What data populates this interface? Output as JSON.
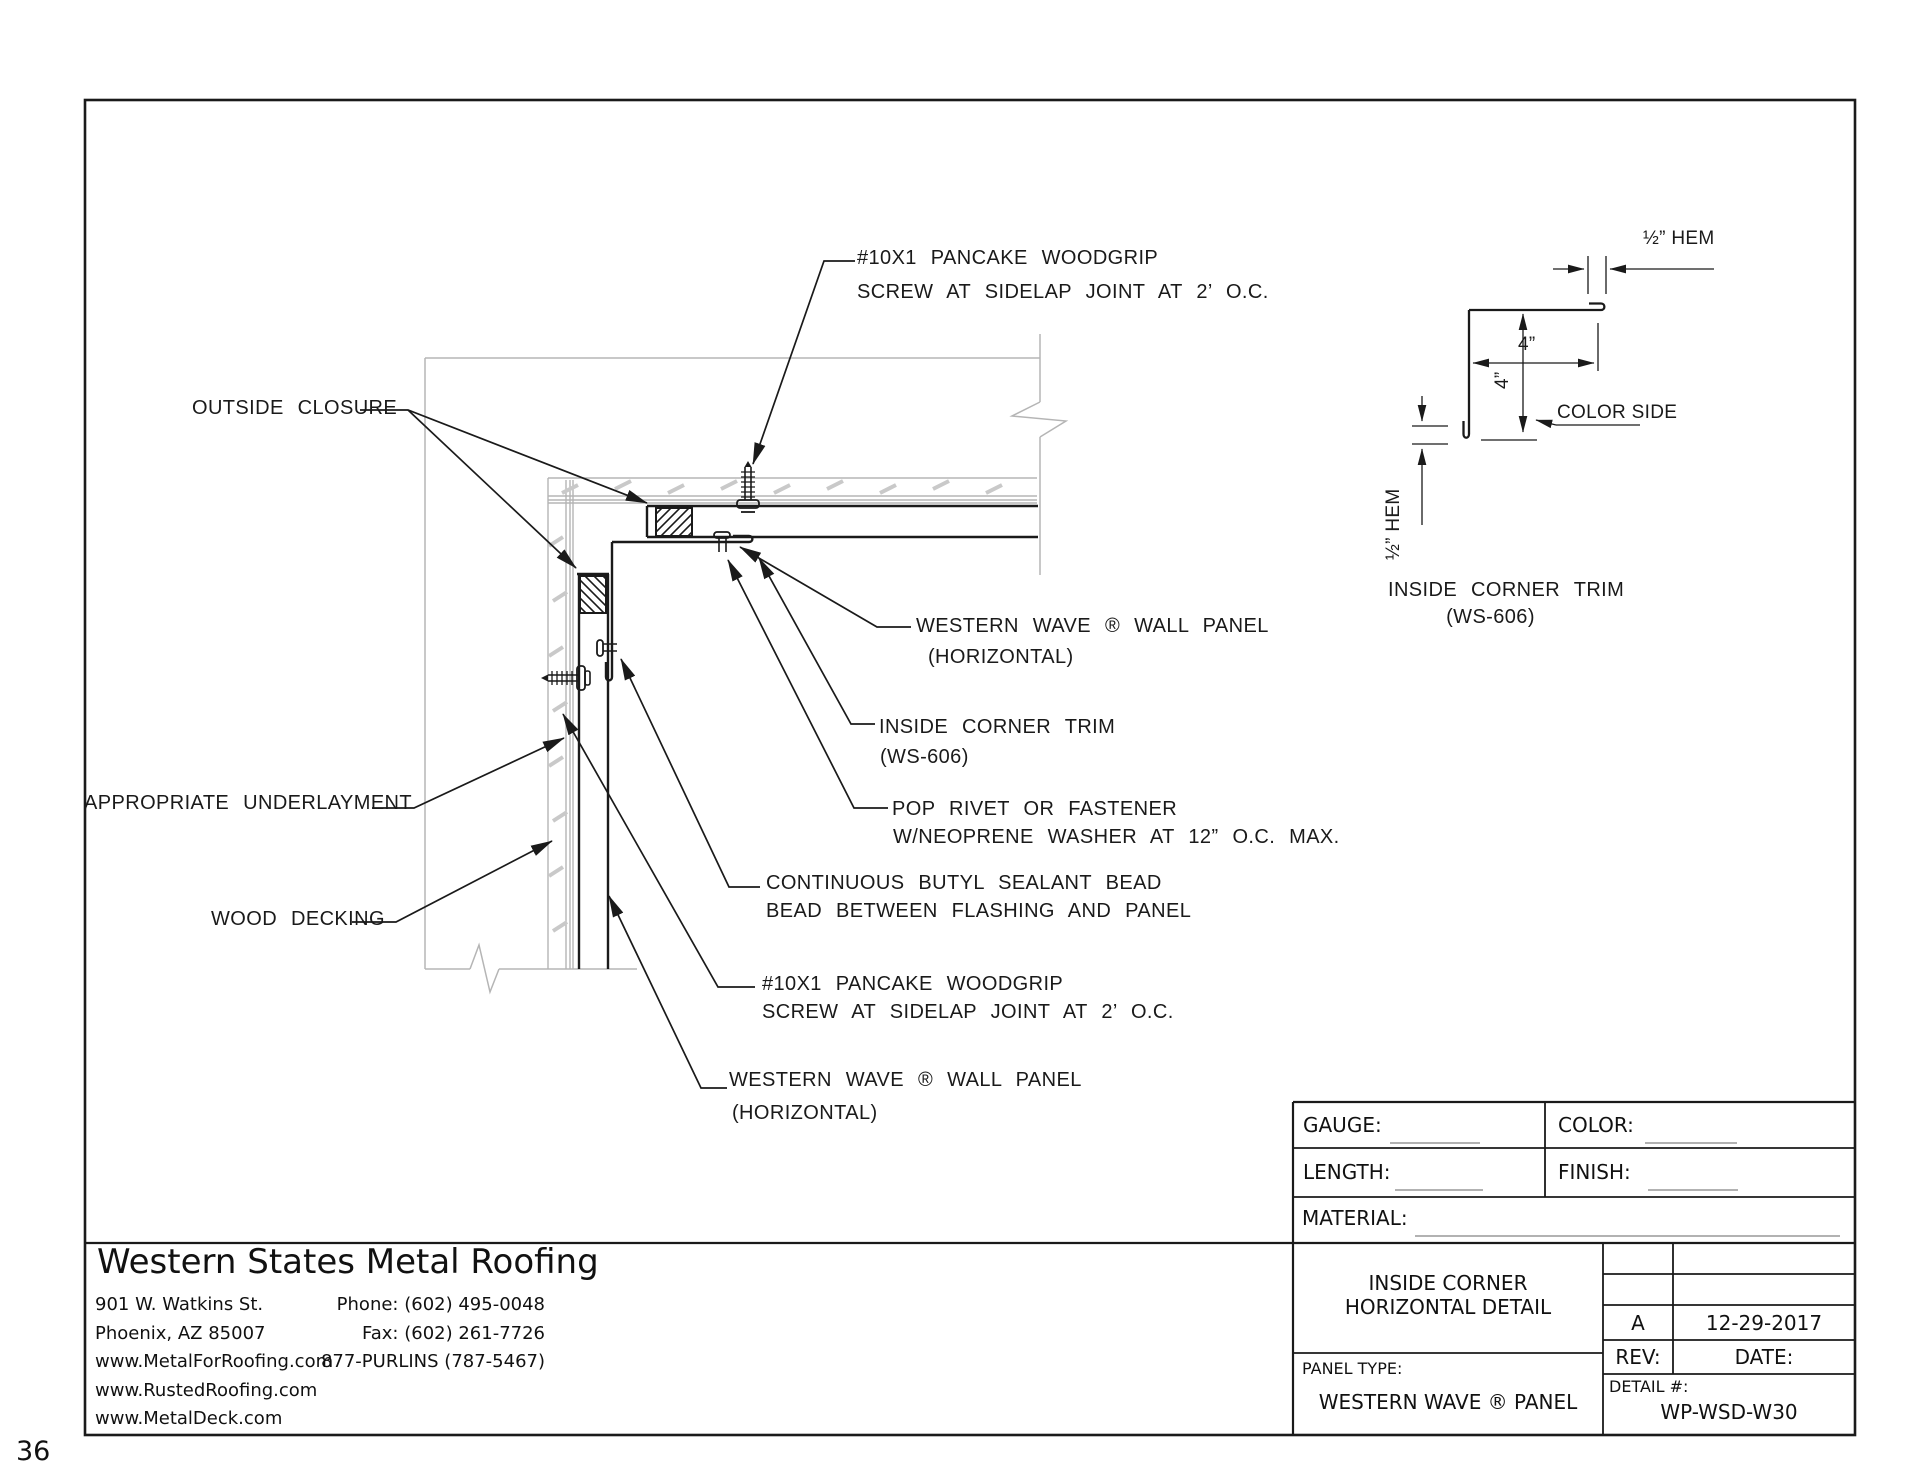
{
  "page_number": "36",
  "colors": {
    "ink": "#1a1a1a",
    "light_gray": "#b5b5b5",
    "grain_gray": "#c9c9c9"
  },
  "callouts": {
    "screw_top_1": "#10X1 PANCAKE WOODGRIP",
    "screw_top_2": "SCREW AT SIDELAP JOINT AT 2’ O.C.",
    "outside_closure": "OUTSIDE CLOSURE",
    "wall_panel_upper_1": "WESTERN WAVE ® WALL PANEL",
    "wall_panel_upper_2": "(HORIZONTAL)",
    "inside_corner_trim_1": "INSIDE CORNER TRIM",
    "inside_corner_trim_2": "(WS-606)",
    "pop_rivet_1": "POP RIVET OR FASTENER",
    "pop_rivet_2": "W/NEOPRENE WASHER AT 12” O.C. MAX.",
    "butyl_1": "CONTINUOUS BUTYL SEALANT BEAD",
    "butyl_2": "BEAD BETWEEN FLASHING AND PANEL",
    "screw_lower_1": "#10X1 PANCAKE WOODGRIP",
    "screw_lower_2": "SCREW AT SIDELAP JOINT AT 2’ O.C.",
    "wall_panel_lower_1": "WESTERN WAVE ® WALL PANEL",
    "wall_panel_lower_2": "(HORIZONTAL)",
    "underlayment": "APPROPRIATE UNDERLAYMENT",
    "wood_decking": "WOOD DECKING"
  },
  "trim_profile": {
    "hem_top": "½” HEM",
    "dim_horizontal": "4”",
    "dim_vertical": "4”",
    "color_side": "COLOR SIDE",
    "hem_bottom": "½” HEM",
    "caption_1": "INSIDE CORNER TRIM",
    "caption_2": "(WS-606)"
  },
  "spec_form": {
    "gauge_label": "GAUGE:",
    "color_label": "COLOR:",
    "length_label": "LENGTH:",
    "finish_label": "FINISH:",
    "material_label": "MATERIAL:"
  },
  "title_block": {
    "title_1": "INSIDE CORNER",
    "title_2": "HORIZONTAL DETAIL",
    "panel_type_label": "PANEL TYPE:",
    "panel_type_value": "WESTERN WAVE ® PANEL",
    "rev_value": "A",
    "date_value": "12-29-2017",
    "rev_label": "REV:",
    "date_label": "DATE:",
    "detail_label": "DETAIL #:",
    "detail_value": "WP-WSD-W30"
  },
  "company": {
    "name": "Western States Metal Roofing",
    "address_1": "901 W. Watkins St.",
    "address_2": "Phoenix, AZ 85007",
    "web_1": "www.MetalForRoofing.com",
    "web_2": "www.RustedRoofing.com",
    "web_3": "www.MetalDeck.com",
    "phone": "Phone: (602) 495-0048",
    "fax": "Fax: (602) 261-7726",
    "purlins": "877-PURLINS (787-5467)"
  }
}
